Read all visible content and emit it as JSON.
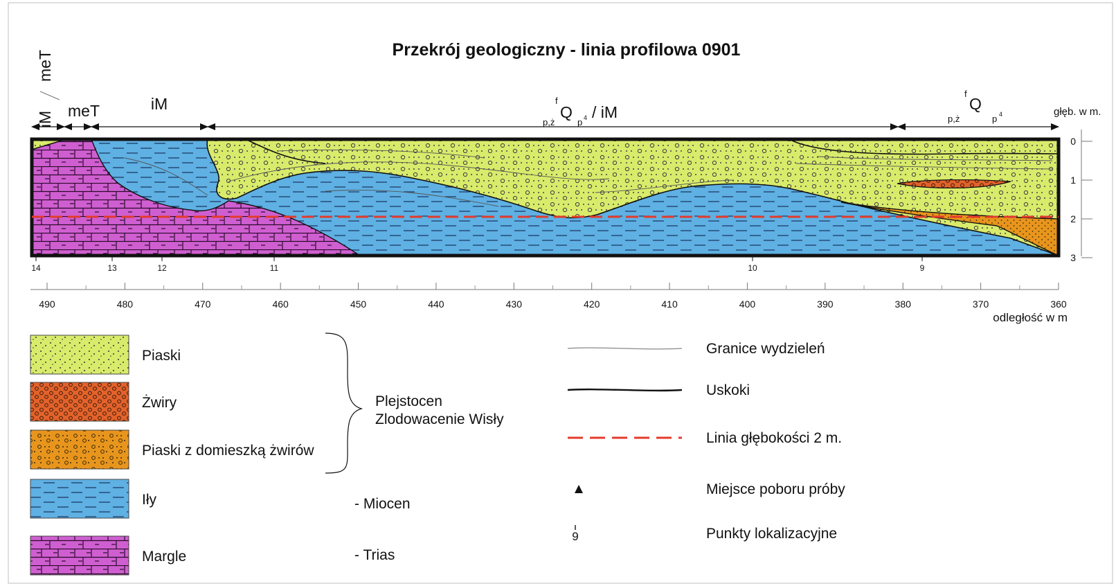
{
  "title": "Przekrój geologiczny - linia profilowa 0901",
  "units": {
    "rotated": "meT",
    "seg1": "iM",
    "seg2": "meT",
    "seg3": "iM",
    "seg4": {
      "sup": "f",
      "main": "Q",
      "sub1": "p,ż",
      "sub2": "p",
      "sub2sup": "4",
      "tail": "/ iM"
    },
    "seg5": {
      "sup": "f",
      "main": "Q",
      "sub1": "p,ż",
      "sub2": "p",
      "sub2sup": "4"
    }
  },
  "depth": {
    "label": "głęb. w m.",
    "ticks": [
      "0",
      "1",
      "2",
      "3"
    ]
  },
  "points": {
    "labels": [
      "14",
      "13",
      "12",
      "11",
      "10",
      "9"
    ]
  },
  "distance": {
    "label": "odległość w m",
    "ticks": [
      "490",
      "480",
      "470",
      "460",
      "450",
      "440",
      "430",
      "420",
      "410",
      "400",
      "390",
      "380",
      "370",
      "360"
    ]
  },
  "legend": {
    "left": [
      {
        "label": "Piaski",
        "pattern": "sand",
        "color": "#d9eb6b"
      },
      {
        "label": "Żwiry",
        "pattern": "gravel",
        "color": "#e2622b"
      },
      {
        "label": "Piaski z domieszką żwirów",
        "pattern": "sandgravel",
        "color": "#e8951d"
      },
      {
        "label": "Iły",
        "pattern": "clay",
        "color": "#5fb0e3"
      },
      {
        "label": "Margle",
        "pattern": "marl",
        "color": "#cf5fd0"
      }
    ],
    "group": [
      "Plejstocen",
      "Zlodowacenie Wisły"
    ],
    "miocen": "- Miocen",
    "trias": "- Trias",
    "right": [
      {
        "label": "Granice wydzieleń",
        "kind": "thin-line"
      },
      {
        "label": "Uskoki",
        "kind": "thick-line"
      },
      {
        "label": "Linia głębokości 2 m.",
        "kind": "red-dash"
      },
      {
        "label": "Miejsce poboru próby",
        "kind": "triangle"
      },
      {
        "label": "Punkty lokalizacyjne",
        "kind": "point",
        "symbol": "9"
      }
    ]
  }
}
